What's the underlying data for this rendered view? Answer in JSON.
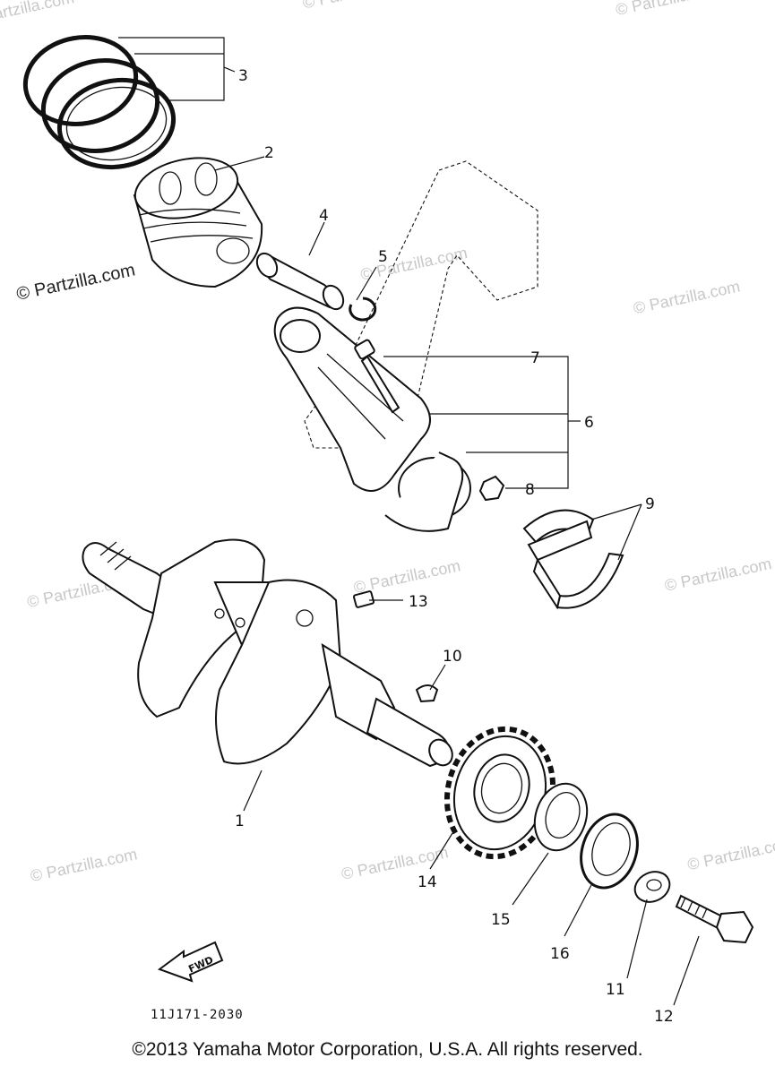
{
  "watermark": "© Partzilla.com",
  "callouts": {
    "c1": "1",
    "c2": "2",
    "c3": "3",
    "c4": "4",
    "c5": "5",
    "c6": "6",
    "c7": "7",
    "c8": "8",
    "c9": "9",
    "c10": "10",
    "c11": "11",
    "c12": "12",
    "c13": "13",
    "c14": "14",
    "c15": "15",
    "c16": "16"
  },
  "fwd_label": "FWD",
  "diagram_code": "11J171-2030",
  "copyright": "©2013 Yamaha Motor Corporation, U.S.A. All rights reserved."
}
